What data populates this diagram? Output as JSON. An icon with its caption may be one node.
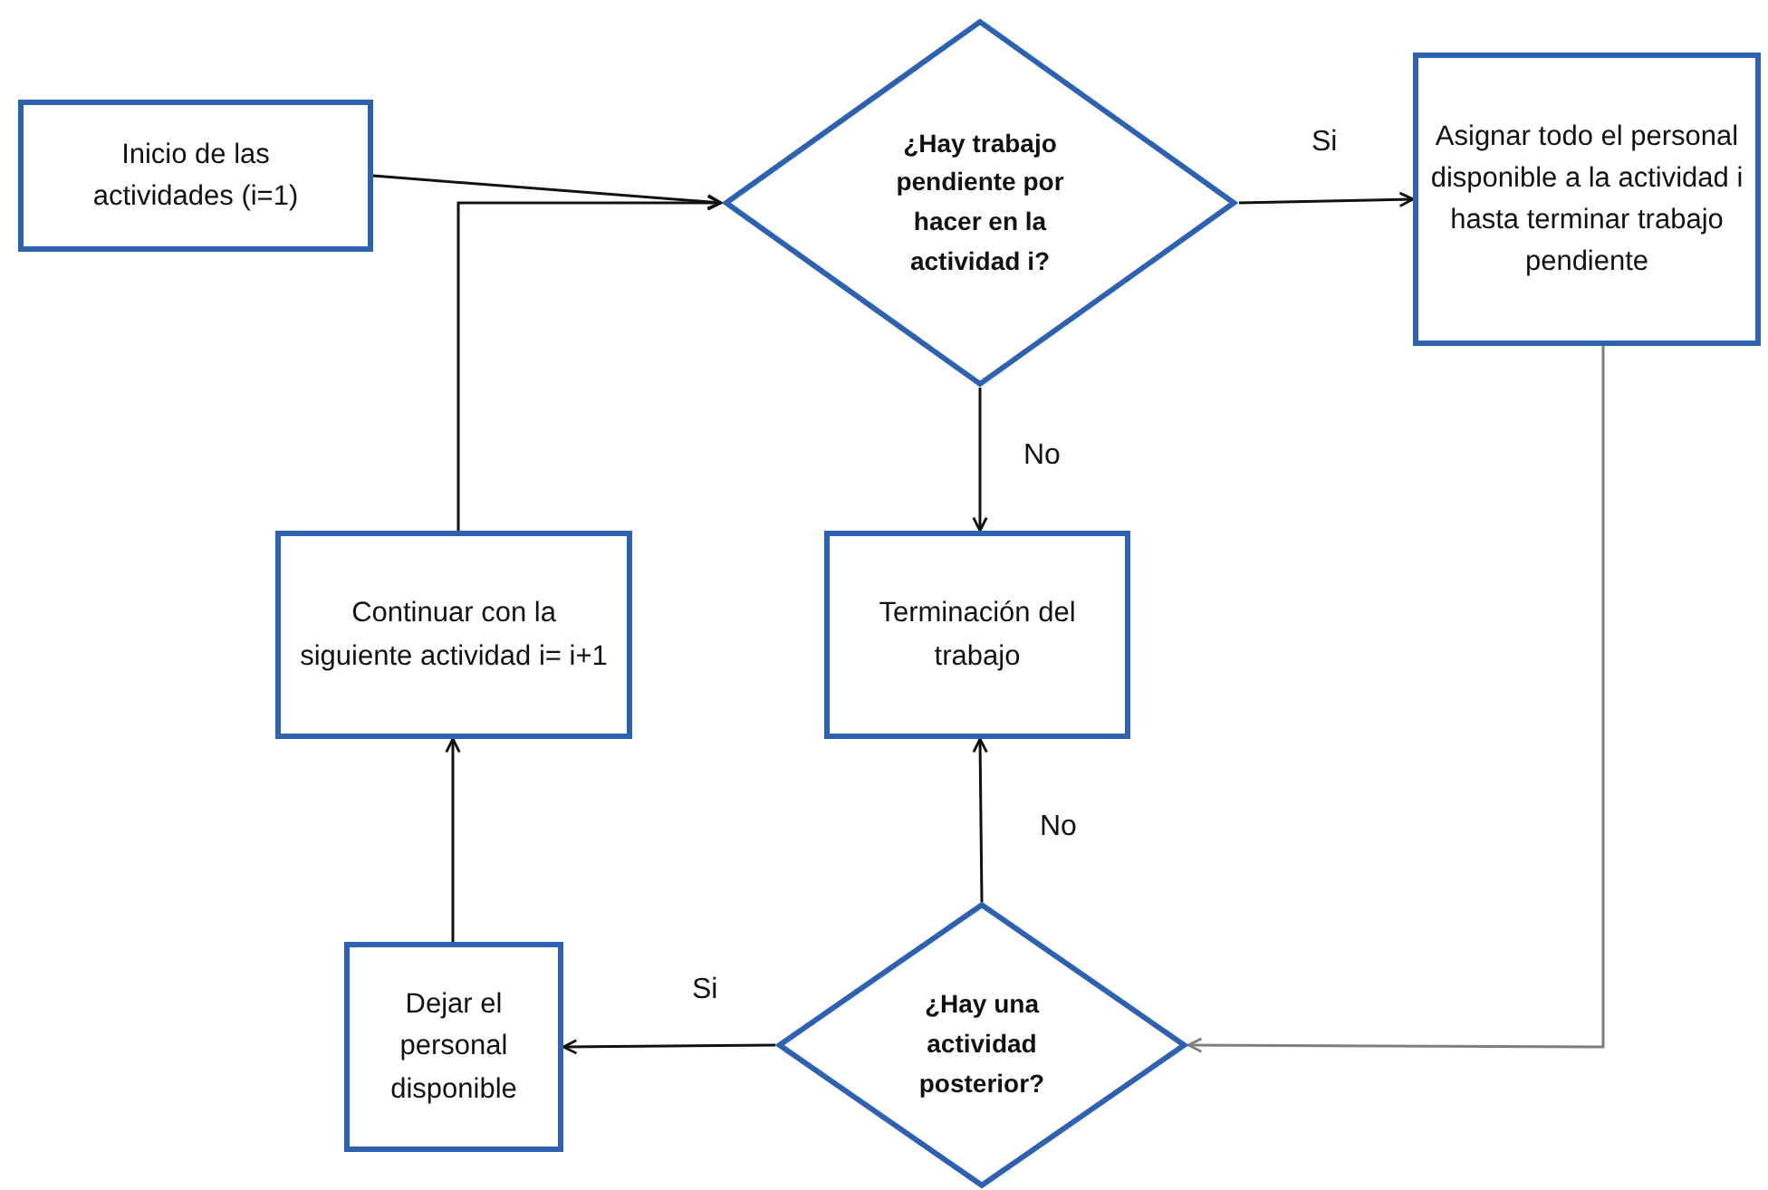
{
  "diagram": {
    "nodes": [
      {
        "text": [
          "Inicio de las actividades (i=1)"
        ]
      },
      {
        "text": [
          "¿Hay trabajo pendiente por hacer en la actividad i?"
        ]
      },
      {
        "text": [
          "Asignar todo el personal disponible a la actividad i hasta terminar trabajo pendiente"
        ]
      },
      {
        "text": [
          "Continuar con la siguiente actividad i= i+1"
        ]
      },
      {
        "text": [
          "Terminación del trabajo"
        ]
      },
      {
        "text": [
          "Dejar el personal disponible"
        ]
      },
      {
        "text": [
          "¿Hay una actividad posterior?"
        ]
      }
    ],
    "edges": [
      {
        "from": 0,
        "to": 1,
        "arrow": "to"
      },
      {
        "from": 3,
        "to": 1,
        "arrow": "to"
      },
      {
        "from": 1,
        "to": 2,
        "arrow": "to",
        "label": "Si"
      },
      {
        "from": 1,
        "to": 4,
        "arrow": "to",
        "label": "No"
      },
      {
        "from": 2,
        "to": 6,
        "arrow": "to",
        "color": "#7f7f7f"
      },
      {
        "from": 6,
        "to": 4,
        "arrow": "to",
        "label": "No"
      },
      {
        "from": 6,
        "to": 5,
        "arrow": "to",
        "label": "Si"
      },
      {
        "from": 5,
        "to": 3,
        "arrow": "to"
      }
    ]
  }
}
